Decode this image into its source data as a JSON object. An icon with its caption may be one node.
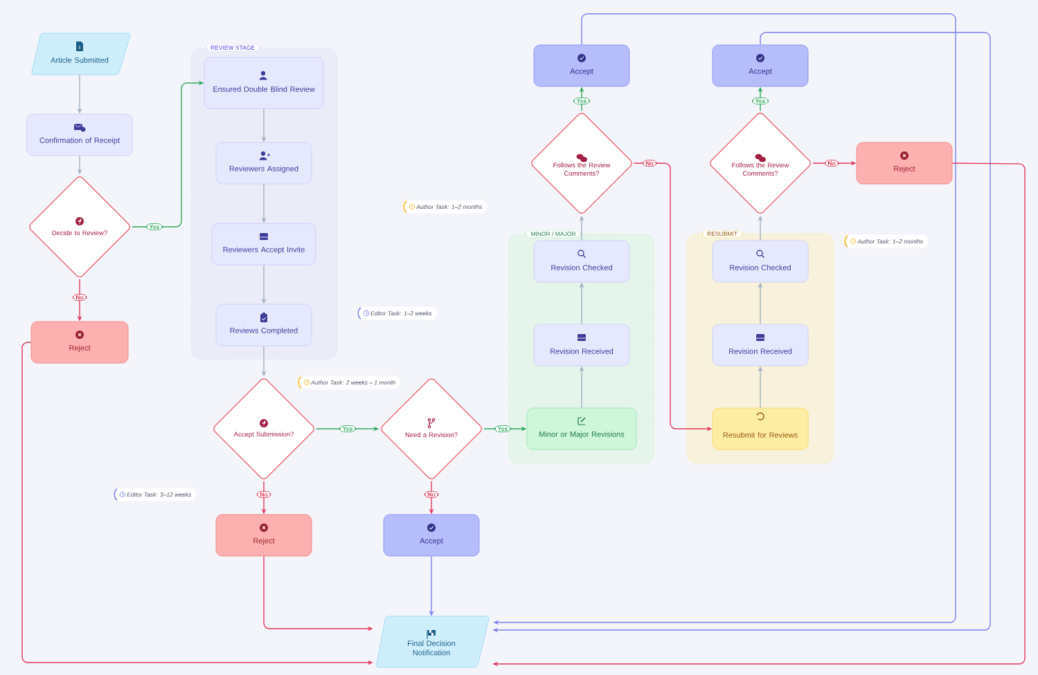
{
  "diagram": {
    "nodes": [
      {
        "text": [
          "Article Submitted"
        ]
      },
      {
        "text": [
          "Confirmation of Receipt"
        ]
      },
      {
        "text": [
          "Decide to Review?"
        ]
      },
      {
        "text": [
          "Reject"
        ]
      },
      {
        "text": [
          "REVIEW STAGE"
        ]
      },
      {
        "text": [
          "Ensured Double Blind Review"
        ],
        "in": 4
      },
      {
        "text": [
          "Reviewers Assigned"
        ],
        "in": 4
      },
      {
        "text": [
          "Reviewers Accept Invite"
        ],
        "in": 4
      },
      {
        "text": [
          "Reviews Completed"
        ],
        "in": 4
      },
      {
        "text": [
          "Accept Submission?"
        ]
      },
      {
        "text": [
          "Reject"
        ]
      },
      {
        "text": [
          "Need a Revision?"
        ]
      },
      {
        "text": [
          "Accept"
        ]
      },
      {
        "text": [
          "MINOR / MAJOR"
        ]
      },
      {
        "text": [
          "Revision Checked"
        ],
        "in": 13
      },
      {
        "text": [
          "Revision Received"
        ],
        "in": 13
      },
      {
        "text": [
          "Minor or Major Revisions"
        ],
        "in": 13
      },
      {
        "text": [
          "Follows the Review Comments?"
        ]
      },
      {
        "text": [
          "Accept"
        ]
      },
      {
        "text": [
          "RESUBMIT"
        ]
      },
      {
        "text": [
          "Revision Checked"
        ],
        "in": 19
      },
      {
        "text": [
          "Revision Received"
        ],
        "in": 19
      },
      {
        "text": [
          "Resubmit for Reviews"
        ],
        "in": 19
      },
      {
        "text": [
          "Follows the Review Comments?"
        ]
      },
      {
        "text": [
          "Accept"
        ]
      },
      {
        "text": [
          "Reject"
        ]
      },
      {
        "text": [
          "Final Decision Notification"
        ]
      }
    ],
    "edges": [
      {
        "from": 0,
        "to": 1,
        "arrow": "to"
      },
      {
        "from": 1,
        "to": 2,
        "arrow": "to"
      },
      {
        "from": 2,
        "to": 5,
        "arrow": "to",
        "label": "Yes",
        "color": "#2fa85f"
      },
      {
        "from": 2,
        "to": 3,
        "arrow": "to",
        "label": "No",
        "color": "#e0385c"
      },
      {
        "from": 5,
        "to": 6,
        "arrow": "to"
      },
      {
        "from": 6,
        "to": 7,
        "arrow": "to"
      },
      {
        "from": 7,
        "to": 8,
        "arrow": "to"
      },
      {
        "from": 8,
        "to": 9,
        "arrow": "to"
      },
      {
        "from": 9,
        "to": 11,
        "arrow": "to",
        "label": "Yes",
        "color": "#2fa85f"
      },
      {
        "from": 9,
        "to": 10,
        "arrow": "to",
        "label": "No",
        "color": "#e0385c"
      },
      {
        "from": 11,
        "to": 16,
        "arrow": "to",
        "label": "Yes",
        "color": "#2fa85f"
      },
      {
        "from": 11,
        "to": 12,
        "arrow": "to",
        "label": "No",
        "color": "#e0385c"
      },
      {
        "from": 16,
        "to": 15,
        "arrow": "to"
      },
      {
        "from": 15,
        "to": 14,
        "arrow": "to"
      },
      {
        "from": 14,
        "to": 17,
        "arrow": "to"
      },
      {
        "from": 17,
        "to": 18,
        "arrow": "to",
        "label": "Yes",
        "color": "#2fa85f"
      },
      {
        "from": 17,
        "to": 22,
        "arrow": "to",
        "label": "No",
        "color": "#e0385c"
      },
      {
        "from": 22,
        "to": 21,
        "arrow": "to"
      },
      {
        "from": 21,
        "to": 20,
        "arrow": "to"
      },
      {
        "from": 20,
        "to": 23,
        "arrow": "to"
      },
      {
        "from": 23,
        "to": 24,
        "arrow": "to",
        "label": "Yes",
        "color": "#2fa85f"
      },
      {
        "from": 23,
        "to": 25,
        "arrow": "to",
        "label": "No",
        "color": "#e0385c"
      },
      {
        "from": 3,
        "to": 26,
        "arrow": "to",
        "color": "#e0385c"
      },
      {
        "from": 10,
        "to": 26,
        "arrow": "to",
        "color": "#e0385c"
      },
      {
        "from": 12,
        "to": 26,
        "arrow": "to",
        "color": "#7b7ff0"
      },
      {
        "from": 18,
        "to": 26,
        "arrow": "to",
        "color": "#7b7ff0"
      },
      {
        "from": 24,
        "to": 26,
        "arrow": "to",
        "color": "#7b7ff0"
      },
      {
        "from": 25,
        "to": 26,
        "arrow": "to",
        "color": "#e0385c"
      }
    ],
    "labels": [
      "Author Task: 1–2 months",
      "Author Task: 1–2 months",
      "Editor Task: 1–2 weeks",
      "Author Task: 2 weeks – 1 month",
      "Editor Task: 3–12 weeks"
    ]
  }
}
